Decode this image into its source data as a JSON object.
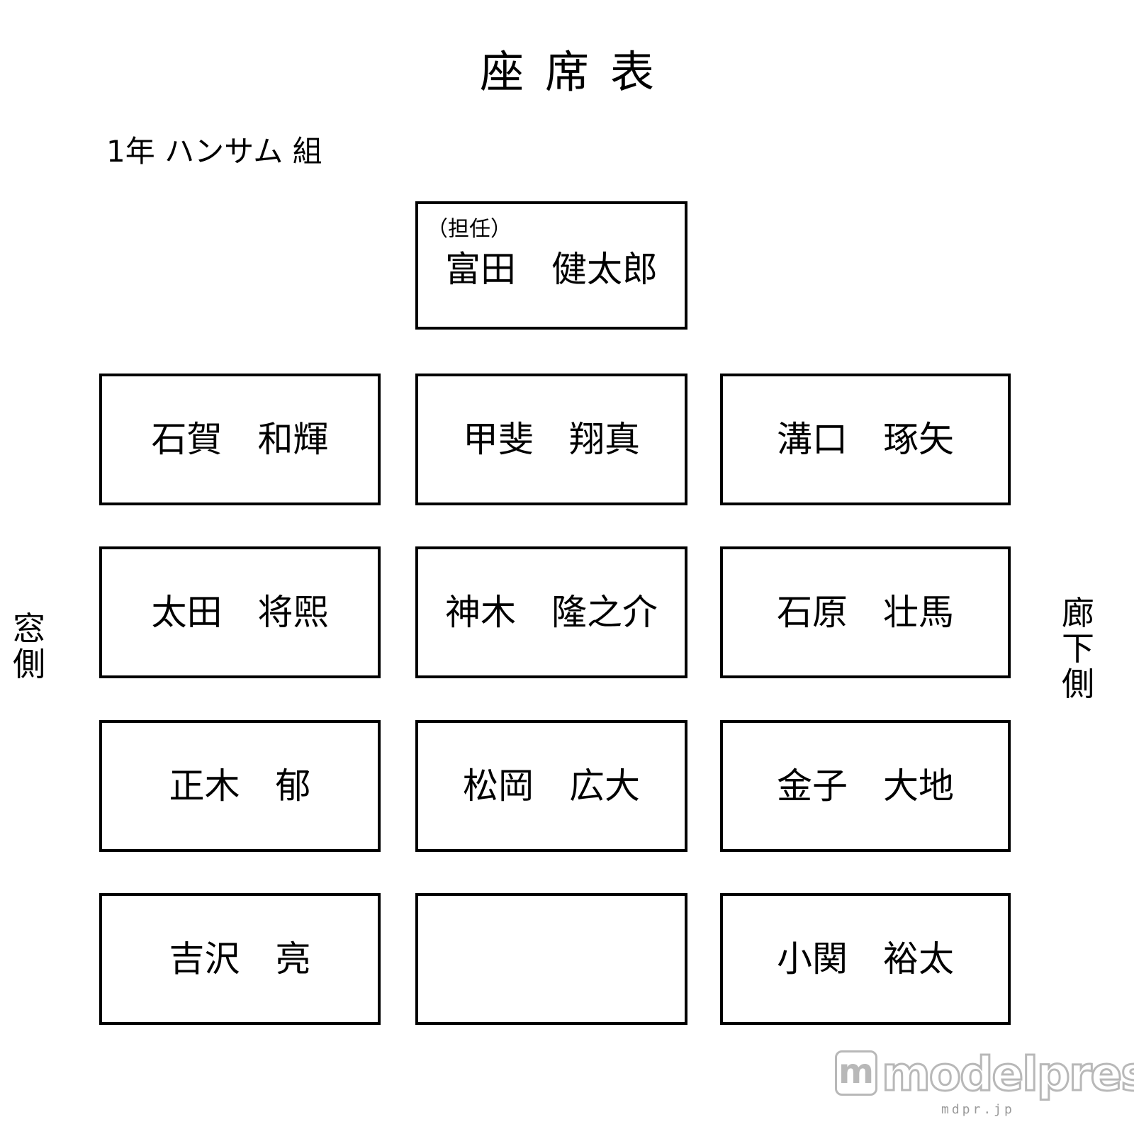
{
  "title": "座席表",
  "class_name": "1年 ハンサム 組",
  "teacher": {
    "role": "（担任）",
    "name": "富田　健太郎"
  },
  "seats": [
    [
      "石賀　和輝",
      "甲斐　翔真",
      "溝口　琢矢"
    ],
    [
      "太田　将煕",
      "神木　隆之介",
      "石原　壮馬"
    ],
    [
      "正木　郁",
      "松岡　広大",
      "金子　大地"
    ],
    [
      "吉沢　亮",
      "",
      "小関　裕太"
    ]
  ],
  "side_labels": {
    "window": [
      "窓",
      "側"
    ],
    "hallway": [
      "廊",
      "下",
      "側"
    ]
  },
  "watermark": {
    "logo_letter": "m",
    "text": "modelpress",
    "sub": "mdpr.jp"
  }
}
